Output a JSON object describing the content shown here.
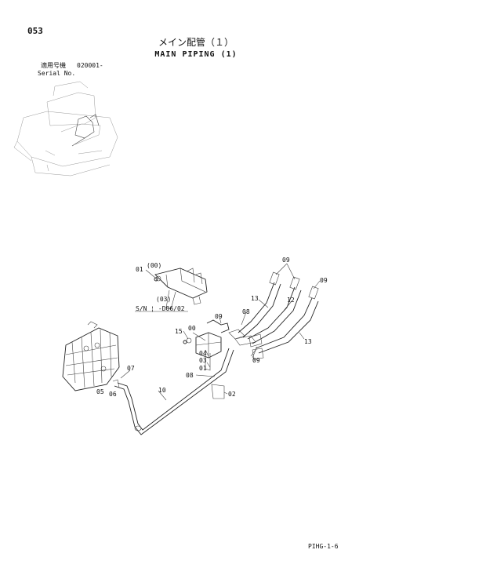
{
  "header": {
    "page_number": "053",
    "title_jp": "メイン配管（１）",
    "title_en": "MAIN PIPING (1)",
    "serial_label_jp": "適用号機",
    "serial_code": "020001-",
    "serial_label_en": "Serial No."
  },
  "diagram": {
    "callouts": [
      "01",
      "(00)",
      "09",
      "(03)",
      "S/N ¦ -D06/02",
      "09",
      "13",
      "12",
      "08",
      "09",
      "15",
      "00",
      "04",
      "03",
      "01",
      "09",
      "13",
      "07",
      "05",
      "06",
      "10",
      "08",
      "02",
      "09"
    ],
    "footer_code": "PIHG-1-6"
  }
}
